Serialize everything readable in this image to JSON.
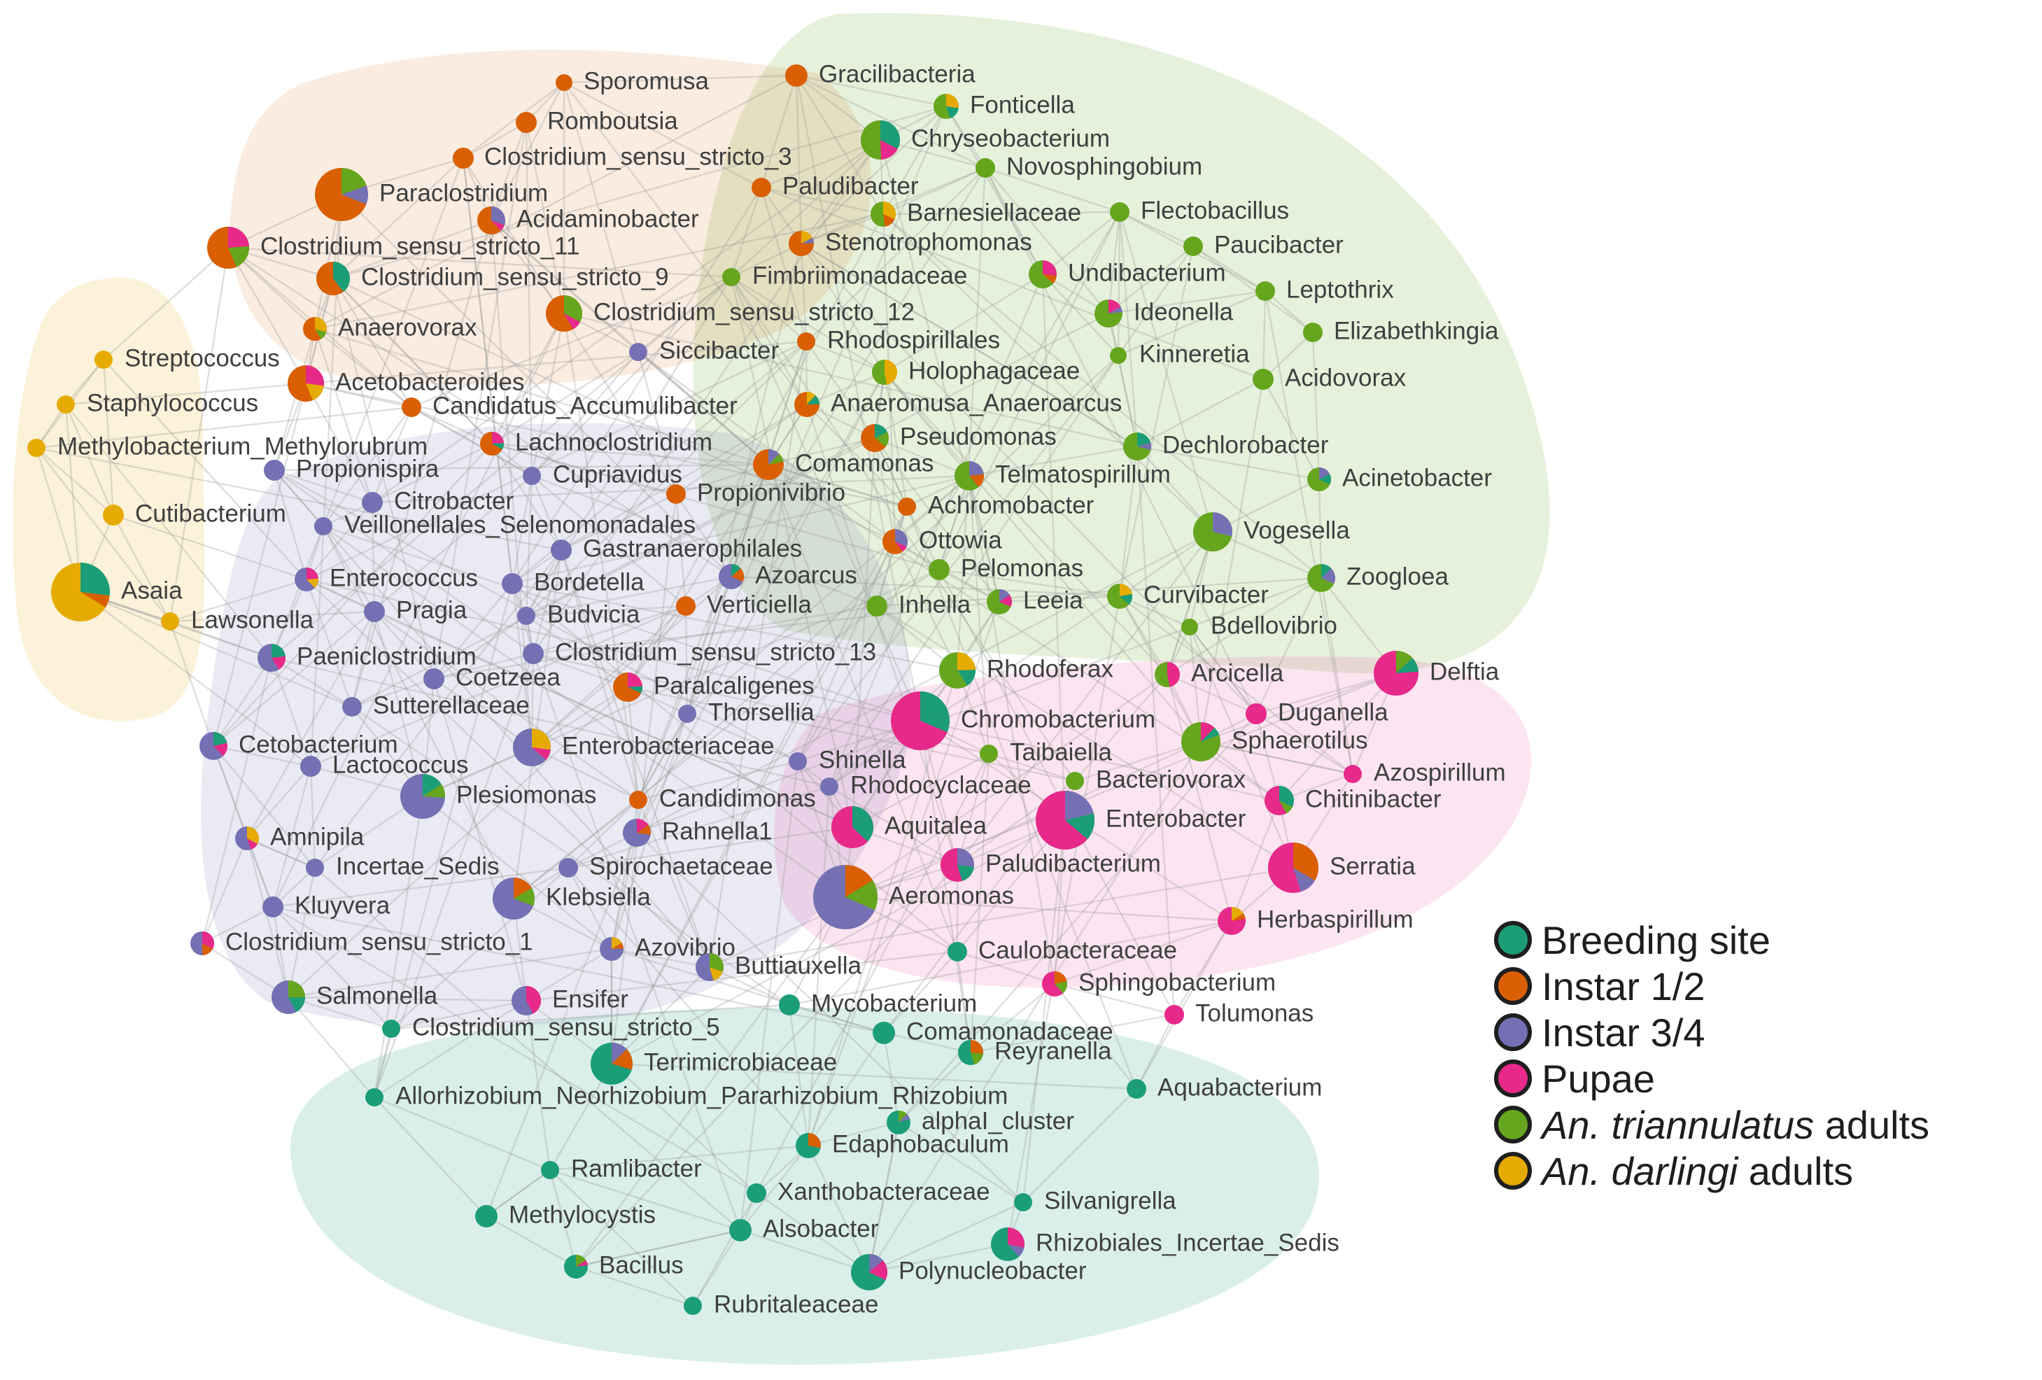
{
  "colors": {
    "breeding_site": "#1b9e77",
    "instar_1_2": "#d95f02",
    "instar_3_4": "#7570b3",
    "pupae": "#e7298a",
    "triannulatus": "#66a61e",
    "darlingi": "#e6ab02"
  },
  "legend": [
    {
      "key": "breeding_site",
      "label": "Breeding site",
      "italic": "",
      "suffix": ""
    },
    {
      "key": "instar_1_2",
      "label": "Instar 1/2",
      "italic": "",
      "suffix": ""
    },
    {
      "key": "instar_3_4",
      "label": "Instar 3/4",
      "italic": "",
      "suffix": ""
    },
    {
      "key": "pupae",
      "label": "Pupae",
      "italic": "",
      "suffix": ""
    },
    {
      "key": "triannulatus",
      "label": "",
      "italic": "An. triannulatus",
      "suffix": " adults"
    },
    {
      "key": "darlingi",
      "label": "",
      "italic": "An. darlingi",
      "suffix": " adults"
    }
  ],
  "nodes": [
    {
      "label": "Sporomusa",
      "group": "instar_1_2"
    },
    {
      "label": "Gracilibacteria",
      "group": "instar_1_2"
    },
    {
      "label": "Fonticella",
      "group": "triannulatus"
    },
    {
      "label": "Romboutsia",
      "group": "instar_1_2"
    },
    {
      "label": "Chryseobacterium",
      "group": "triannulatus"
    },
    {
      "label": "Clostridium_sensu_stricto_3",
      "group": "instar_1_2"
    },
    {
      "label": "Novosphingobium",
      "group": "triannulatus"
    },
    {
      "label": "Paraclostridium",
      "group": "instar_1_2"
    },
    {
      "label": "Paludibacter",
      "group": "instar_1_2"
    },
    {
      "label": "Acidaminobacter",
      "group": "instar_1_2"
    },
    {
      "label": "Barnesiellaceae",
      "group": "triannulatus"
    },
    {
      "label": "Flectobacillus",
      "group": "triannulatus"
    },
    {
      "label": "Clostridium_sensu_stricto_11",
      "group": "instar_1_2"
    },
    {
      "label": "Stenotrophomonas",
      "group": "instar_1_2"
    },
    {
      "label": "Paucibacter",
      "group": "triannulatus"
    },
    {
      "label": "Clostridium_sensu_stricto_9",
      "group": "instar_1_2"
    },
    {
      "label": "Fimbriimonadaceae",
      "group": "triannulatus"
    },
    {
      "label": "Undibacterium",
      "group": "triannulatus"
    },
    {
      "label": "Leptothrix",
      "group": "triannulatus"
    },
    {
      "label": "Clostridium_sensu_stricto_12",
      "group": "instar_1_2"
    },
    {
      "label": "Ideonella",
      "group": "triannulatus"
    },
    {
      "label": "Anaerovorax",
      "group": "instar_1_2"
    },
    {
      "label": "Elizabethkingia",
      "group": "triannulatus"
    },
    {
      "label": "Rhodospirillales",
      "group": "instar_1_2"
    },
    {
      "label": "Streptococcus",
      "group": "darlingi"
    },
    {
      "label": "Siccibacter",
      "group": "instar_3_4"
    },
    {
      "label": "Kinneretia",
      "group": "triannulatus"
    },
    {
      "label": "Holophagaceae",
      "group": "triannulatus"
    },
    {
      "label": "Acidovorax",
      "group": "triannulatus"
    },
    {
      "label": "Acetobacteroides",
      "group": "instar_1_2"
    },
    {
      "label": "Staphylococcus",
      "group": "darlingi"
    },
    {
      "label": "Candidatus_Accumulibacter",
      "group": "instar_1_2"
    },
    {
      "label": "Anaeromusa_Anaeroarcus",
      "group": "instar_1_2"
    },
    {
      "label": "Lachnoclostridium",
      "group": "instar_1_2"
    },
    {
      "label": "Pseudomonas",
      "group": "instar_1_2"
    },
    {
      "label": "Dechlorobacter",
      "group": "triannulatus"
    },
    {
      "label": "Methylobacterium_Methylorubrum",
      "group": "darlingi"
    },
    {
      "label": "Propionispira",
      "group": "instar_3_4"
    },
    {
      "label": "Comamonas",
      "group": "instar_1_2"
    },
    {
      "label": "Cupriavidus",
      "group": "instar_3_4"
    },
    {
      "label": "Telmatospirillum",
      "group": "triannulatus"
    },
    {
      "label": "Acinetobacter",
      "group": "triannulatus"
    },
    {
      "label": "Propionivibrio",
      "group": "instar_1_2"
    },
    {
      "label": "Citrobacter",
      "group": "instar_3_4"
    },
    {
      "label": "Achromobacter",
      "group": "instar_1_2"
    },
    {
      "label": "Cutibacterium",
      "group": "darlingi"
    },
    {
      "label": "Veillonellales_Selenomonadales",
      "group": "instar_3_4"
    },
    {
      "label": "Vogesella",
      "group": "triannulatus"
    },
    {
      "label": "Gastranaerophilales",
      "group": "instar_3_4"
    },
    {
      "label": "Ottowia",
      "group": "instar_1_2"
    },
    {
      "label": "Pelomonas",
      "group": "triannulatus"
    },
    {
      "label": "Enterococcus",
      "group": "instar_3_4"
    },
    {
      "label": "Zoogloea",
      "group": "triannulatus"
    },
    {
      "label": "Azoarcus",
      "group": "instar_3_4"
    },
    {
      "label": "Bordetella",
      "group": "instar_3_4"
    },
    {
      "label": "Asaia",
      "group": "darlingi"
    },
    {
      "label": "Verticiella",
      "group": "instar_1_2"
    },
    {
      "label": "Inhella",
      "group": "triannulatus"
    },
    {
      "label": "Leeia",
      "group": "triannulatus"
    },
    {
      "label": "Curvibacter",
      "group": "triannulatus"
    },
    {
      "label": "Pragia",
      "group": "instar_3_4"
    },
    {
      "label": "Budvicia",
      "group": "instar_3_4"
    },
    {
      "label": "Lawsonella",
      "group": "darlingi"
    },
    {
      "label": "Bdellovibrio",
      "group": "triannulatus"
    },
    {
      "label": "Paeniclostridium",
      "group": "instar_3_4"
    },
    {
      "label": "Clostridium_sensu_stricto_13",
      "group": "instar_3_4"
    },
    {
      "label": "Delftia",
      "group": "pupae"
    },
    {
      "label": "Rhodoferax",
      "group": "triannulatus"
    },
    {
      "label": "Arcicella",
      "group": "triannulatus"
    },
    {
      "label": "Coetzeea",
      "group": "instar_3_4"
    },
    {
      "label": "Paralcaligenes",
      "group": "instar_1_2"
    },
    {
      "label": "Sutterellaceae",
      "group": "instar_3_4"
    },
    {
      "label": "Thorsellia",
      "group": "instar_3_4"
    },
    {
      "label": "Duganella",
      "group": "pupae"
    },
    {
      "label": "Chromobacterium",
      "group": "pupae"
    },
    {
      "label": "Sphaerotilus",
      "group": "triannulatus"
    },
    {
      "label": "Cetobacterium",
      "group": "instar_3_4"
    },
    {
      "label": "Enterobacteriaceae",
      "group": "instar_3_4"
    },
    {
      "label": "Taibaiella",
      "group": "triannulatus"
    },
    {
      "label": "Lactococcus",
      "group": "instar_3_4"
    },
    {
      "label": "Shinella",
      "group": "instar_3_4"
    },
    {
      "label": "Azospirillum",
      "group": "pupae"
    },
    {
      "label": "Bacteriovorax",
      "group": "triannulatus"
    },
    {
      "label": "Rhodocyclaceae",
      "group": "instar_3_4"
    },
    {
      "label": "Plesiomonas",
      "group": "instar_3_4"
    },
    {
      "label": "Candidimonas",
      "group": "instar_1_2"
    },
    {
      "label": "Chitinibacter",
      "group": "pupae"
    },
    {
      "label": "Aquitalea",
      "group": "pupae"
    },
    {
      "label": "Enterobacter",
      "group": "pupae"
    },
    {
      "label": "Amnipila",
      "group": "instar_3_4"
    },
    {
      "label": "Rahnella1",
      "group": "instar_3_4"
    },
    {
      "label": "Incertae_Sedis",
      "group": "instar_3_4"
    },
    {
      "label": "Spirochaetaceae",
      "group": "instar_3_4"
    },
    {
      "label": "Paludibacterium",
      "group": "pupae"
    },
    {
      "label": "Serratia",
      "group": "pupae"
    },
    {
      "label": "Kluyvera",
      "group": "instar_3_4"
    },
    {
      "label": "Klebsiella",
      "group": "instar_3_4"
    },
    {
      "label": "Aeromonas",
      "group": "instar_3_4"
    },
    {
      "label": "Herbaspirillum",
      "group": "pupae"
    },
    {
      "label": "Clostridium_sensu_stricto_1",
      "group": "instar_3_4"
    },
    {
      "label": "Azovibrio",
      "group": "instar_3_4"
    },
    {
      "label": "Caulobacteraceae",
      "group": "breeding_site"
    },
    {
      "label": "Buttiauxella",
      "group": "instar_3_4"
    },
    {
      "label": "Sphingobacterium",
      "group": "pupae"
    },
    {
      "label": "Salmonella",
      "group": "instar_3_4"
    },
    {
      "label": "Ensifer",
      "group": "instar_3_4"
    },
    {
      "label": "Mycobacterium",
      "group": "breeding_site"
    },
    {
      "label": "Tolumonas",
      "group": "pupae"
    },
    {
      "label": "Clostridium_sensu_stricto_5",
      "group": "breeding_site"
    },
    {
      "label": "Comamonadaceae",
      "group": "breeding_site"
    },
    {
      "label": "Terrimicrobiaceae",
      "group": "breeding_site"
    },
    {
      "label": "Reyranella",
      "group": "breeding_site"
    },
    {
      "label": "Aquabacterium",
      "group": "breeding_site"
    },
    {
      "label": "Allorhizobium_Neorhizobium_Pararhizobium_Rhizobium",
      "group": "breeding_site"
    },
    {
      "label": "alphaI_cluster",
      "group": "breeding_site"
    },
    {
      "label": "Edaphobaculum",
      "group": "breeding_site"
    },
    {
      "label": "Ramlibacter",
      "group": "breeding_site"
    },
    {
      "label": "Xanthobacteraceae",
      "group": "breeding_site"
    },
    {
      "label": "Silvanigrella",
      "group": "breeding_site"
    },
    {
      "label": "Methylocystis",
      "group": "breeding_site"
    },
    {
      "label": "Alsobacter",
      "group": "breeding_site"
    },
    {
      "label": "Rhizobiales_Incertae_Sedis",
      "group": "breeding_site"
    },
    {
      "label": "Bacillus",
      "group": "breeding_site"
    },
    {
      "label": "Polynucleobacter",
      "group": "breeding_site"
    },
    {
      "label": "Rubritaleaceae",
      "group": "breeding_site"
    }
  ]
}
